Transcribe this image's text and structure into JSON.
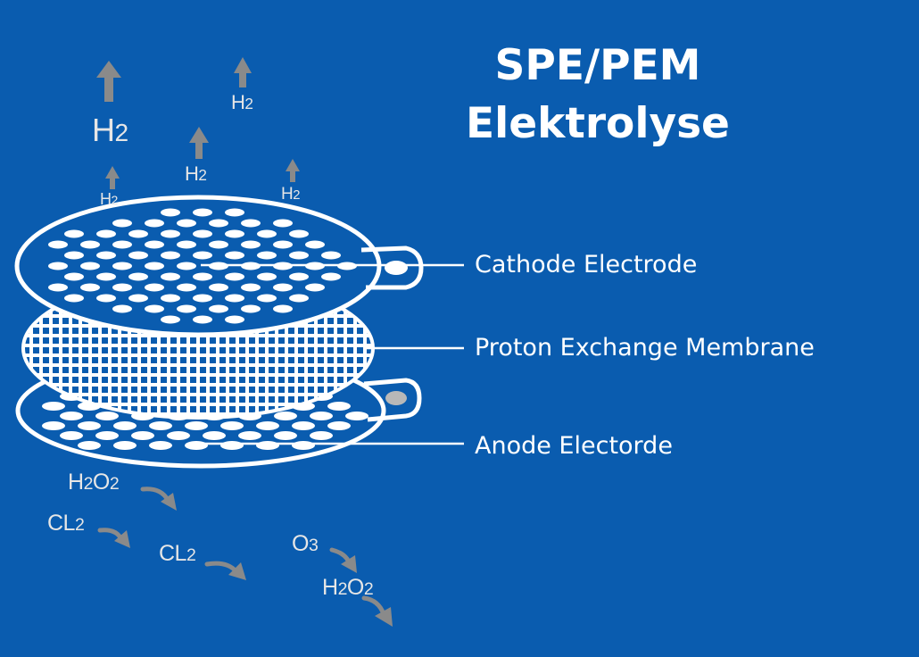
{
  "title": {
    "line1": "SPE/PEM",
    "line2": "Elektrolyse"
  },
  "labels": {
    "cathode": "Cathode Electrode",
    "membrane": "Proton Exchange Membrane",
    "anode": "Anode Electorde"
  },
  "chemicals": {
    "h2_big": {
      "base": "H",
      "sub": "2"
    },
    "h2_top": {
      "base": "H",
      "sub": "2"
    },
    "h2_mid": {
      "base": "H",
      "sub": "2"
    },
    "h2_left": {
      "base": "H",
      "sub": "2"
    },
    "h2_right": {
      "base": "H",
      "sub": "2"
    },
    "h2o2_a": {
      "base1": "H",
      "sub1": "2",
      "base2": "O",
      "sub2": "2"
    },
    "cl2_a": {
      "base": "CL",
      "sub": "2"
    },
    "cl2_b": {
      "base": "CL",
      "sub": "2"
    },
    "o3": {
      "base": "O",
      "sub": "3"
    },
    "h2o2_b": {
      "base1": "H",
      "sub1": "2",
      "base2": "O",
      "sub2": "2"
    }
  },
  "colors": {
    "background": "#0a5caf",
    "line": "#ffffff",
    "arrow": "#8a8a8a",
    "chem_text": "#e6e6e6"
  }
}
